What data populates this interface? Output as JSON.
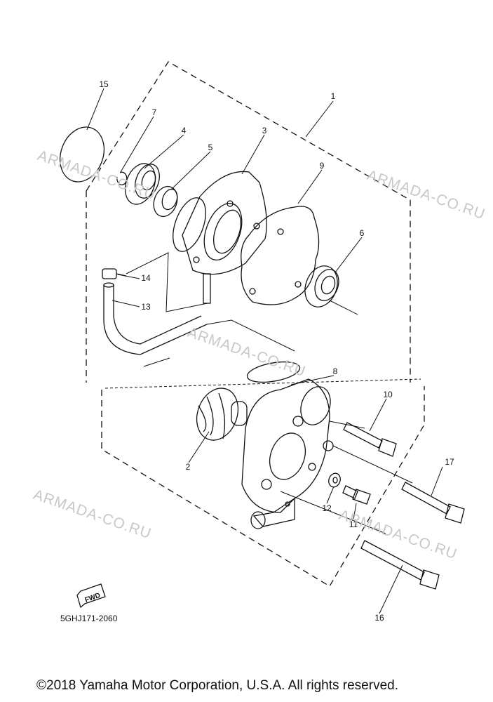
{
  "watermark": "ARMADA-CO.RU",
  "part_numbers": {
    "p1": "1",
    "p2": "2",
    "p3": "3",
    "p4": "4",
    "p5": "5",
    "p6": "6",
    "p7": "7",
    "p8": "8",
    "p9": "9",
    "p10": "10",
    "p11": "11",
    "p12": "12",
    "p13": "13",
    "p14": "14",
    "p15": "15",
    "p16": "16",
    "p17": "17"
  },
  "fwd_label": "FWD",
  "diagram_code": "5GHJ171-2060",
  "copyright": "©2018 Yamaha Motor Corporation, U.S.A. All rights reserved."
}
